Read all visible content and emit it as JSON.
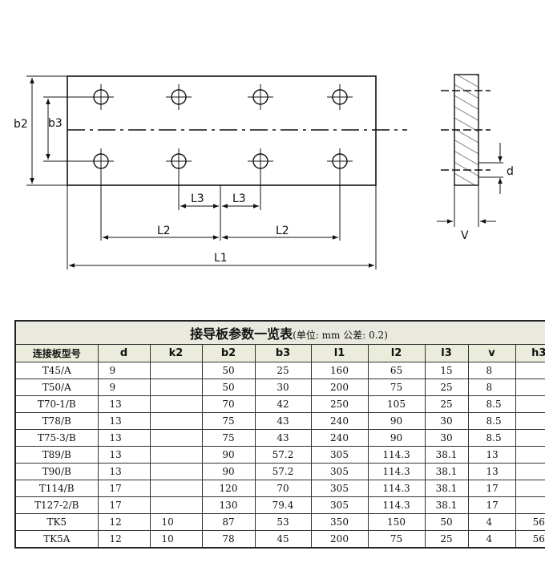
{
  "drawing": {
    "labels": {
      "b2": "b2",
      "b3": "b3",
      "L3_left": "L3",
      "L3_right": "L3",
      "L2_left": "L2",
      "L2_right": "L2",
      "L1": "L1",
      "d": "d",
      "V": "V"
    }
  },
  "table": {
    "title": "接导板参数一览表",
    "title_note": "(单位: mm  公差: 0.2)",
    "headers": [
      "连接板型号",
      "d",
      "k2",
      "b2",
      "b3",
      "l1",
      "l2",
      "l3",
      "v",
      "h3"
    ],
    "rows": [
      [
        "T45/A",
        "9",
        "",
        "50",
        "25",
        "160",
        "65",
        "15",
        "8",
        ""
      ],
      [
        "T50/A",
        "9",
        "",
        "50",
        "30",
        "200",
        "75",
        "25",
        "8",
        ""
      ],
      [
        "T70-1/B",
        "13",
        "",
        "70",
        "42",
        "250",
        "105",
        "25",
        "8.5",
        ""
      ],
      [
        "T78/B",
        "13",
        "",
        "75",
        "43",
        "240",
        "90",
        "30",
        "8.5",
        ""
      ],
      [
        "T75-3/B",
        "13",
        "",
        "75",
        "43",
        "240",
        "90",
        "30",
        "8.5",
        ""
      ],
      [
        "T89/B",
        "13",
        "",
        "90",
        "57.2",
        "305",
        "114.3",
        "38.1",
        "13",
        ""
      ],
      [
        "T90/B",
        "13",
        "",
        "90",
        "57.2",
        "305",
        "114.3",
        "38.1",
        "13",
        ""
      ],
      [
        "T114/B",
        "17",
        "",
        "120",
        "70",
        "305",
        "114.3",
        "38.1",
        "17",
        ""
      ],
      [
        "T127-2/B",
        "17",
        "",
        "130",
        "79.4",
        "305",
        "114.3",
        "38.1",
        "17",
        ""
      ],
      [
        "TK5",
        "12",
        "10",
        "87",
        "53",
        "350",
        "150",
        "50",
        "4",
        "56"
      ],
      [
        "TK5A",
        "12",
        "10",
        "78",
        "45",
        "200",
        "75",
        "25",
        "4",
        "56"
      ]
    ]
  }
}
